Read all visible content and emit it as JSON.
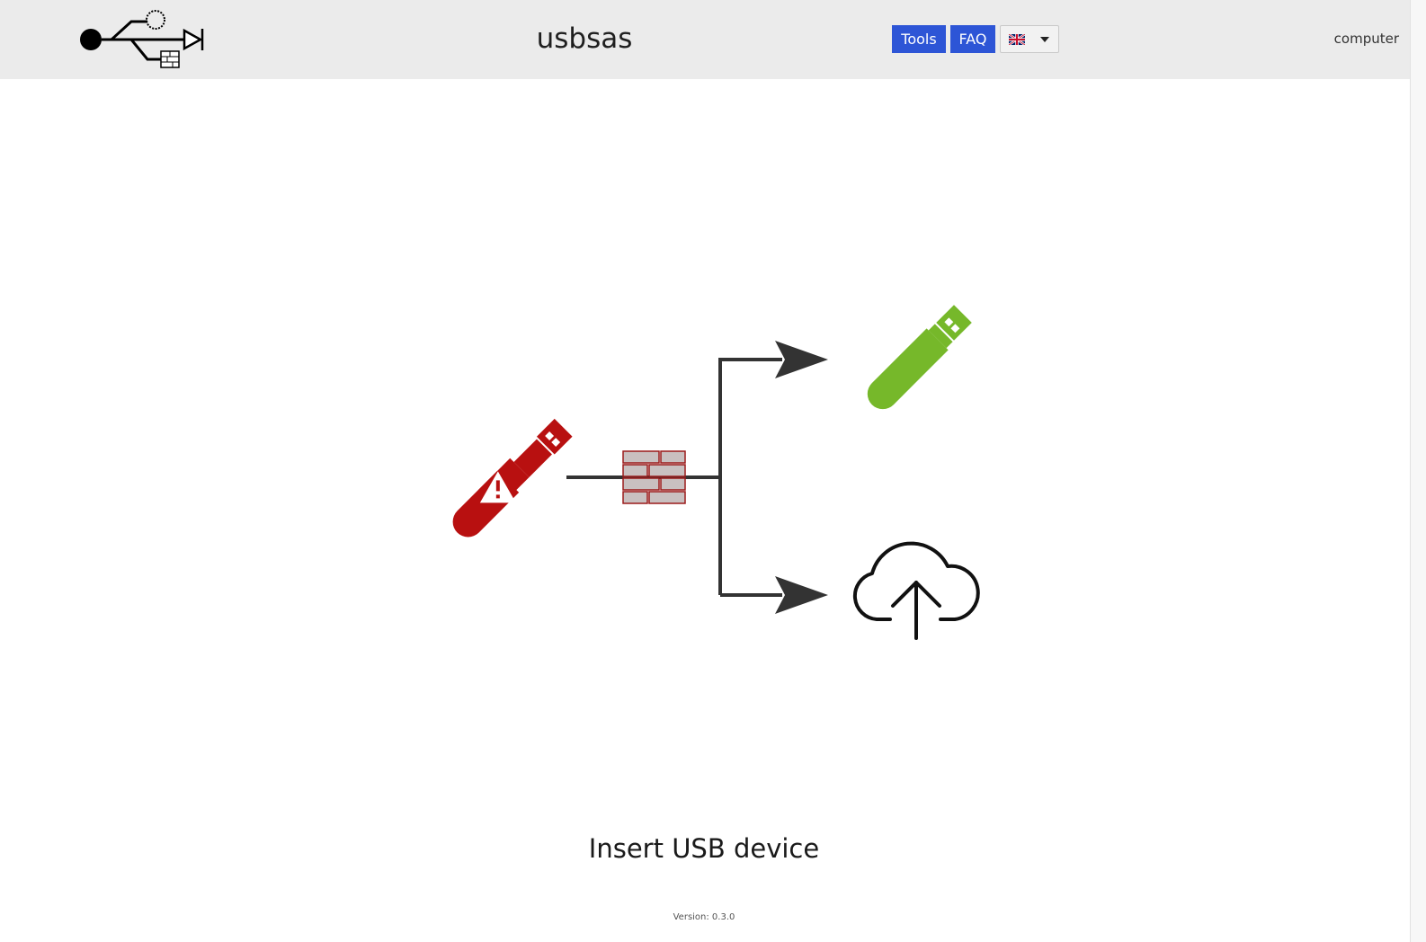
{
  "header": {
    "title": "usbsas",
    "tools_label": "Tools",
    "faq_label": "FAQ",
    "language_flag": "uk-flag-icon",
    "hostname": "computer"
  },
  "main": {
    "prompt": "Insert USB device",
    "diagram_icons": [
      "usb-untrusted-icon",
      "firewall-icon",
      "usb-clean-icon",
      "cloud-upload-icon"
    ]
  },
  "footer": {
    "version": "Version: 0.3.0"
  },
  "colors": {
    "header_bg": "#ebebeb",
    "button_bg": "#2d55d6",
    "usb_untrusted": "#b81010",
    "usb_clean": "#76b82a",
    "firewall_fill": "#c9c0c0",
    "arrow": "#333333"
  }
}
